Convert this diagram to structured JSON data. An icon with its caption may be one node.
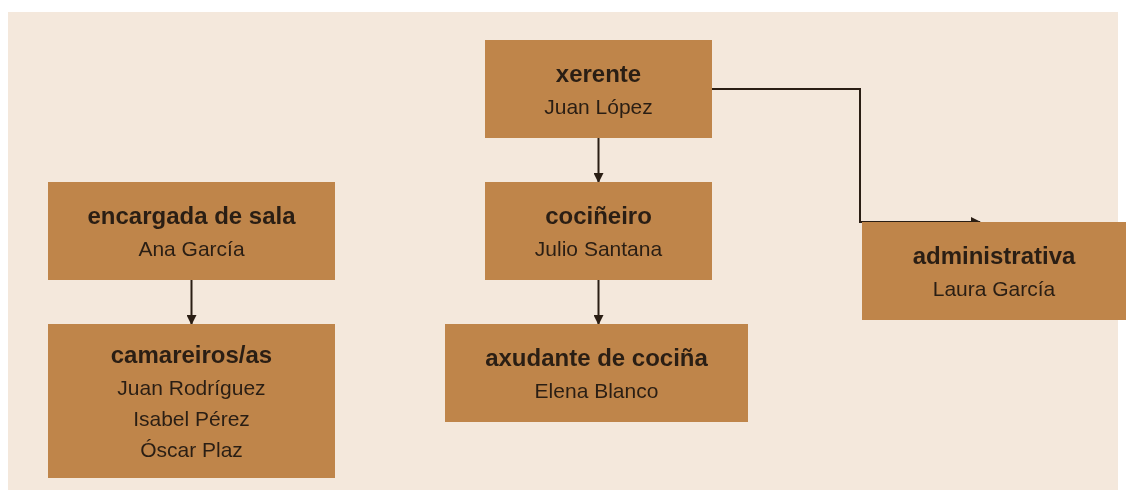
{
  "diagram": {
    "nodes": [
      {
        "text": [
          "xerente",
          "Juan López"
        ]
      },
      {
        "text": [
          "cociñeiro",
          "Julio Santana"
        ]
      },
      {
        "text": [
          "axudante de cociña",
          "Elena Blanco"
        ]
      },
      {
        "text": [
          "administrativa",
          "Laura García"
        ]
      },
      {
        "text": [
          "encargada de sala",
          "Ana García"
        ]
      },
      {
        "text": [
          "camareiros/as",
          "Juan Rodríguez",
          "Isabel Pérez",
          "Óscar Plaz"
        ]
      }
    ],
    "edges": [
      {
        "from": 0,
        "to": 1,
        "arrow": "to"
      },
      {
        "from": 1,
        "to": 2,
        "arrow": "to"
      },
      {
        "from": 0,
        "to": 3,
        "arrow": "to"
      },
      {
        "from": 4,
        "to": 5,
        "arrow": "to"
      }
    ]
  }
}
